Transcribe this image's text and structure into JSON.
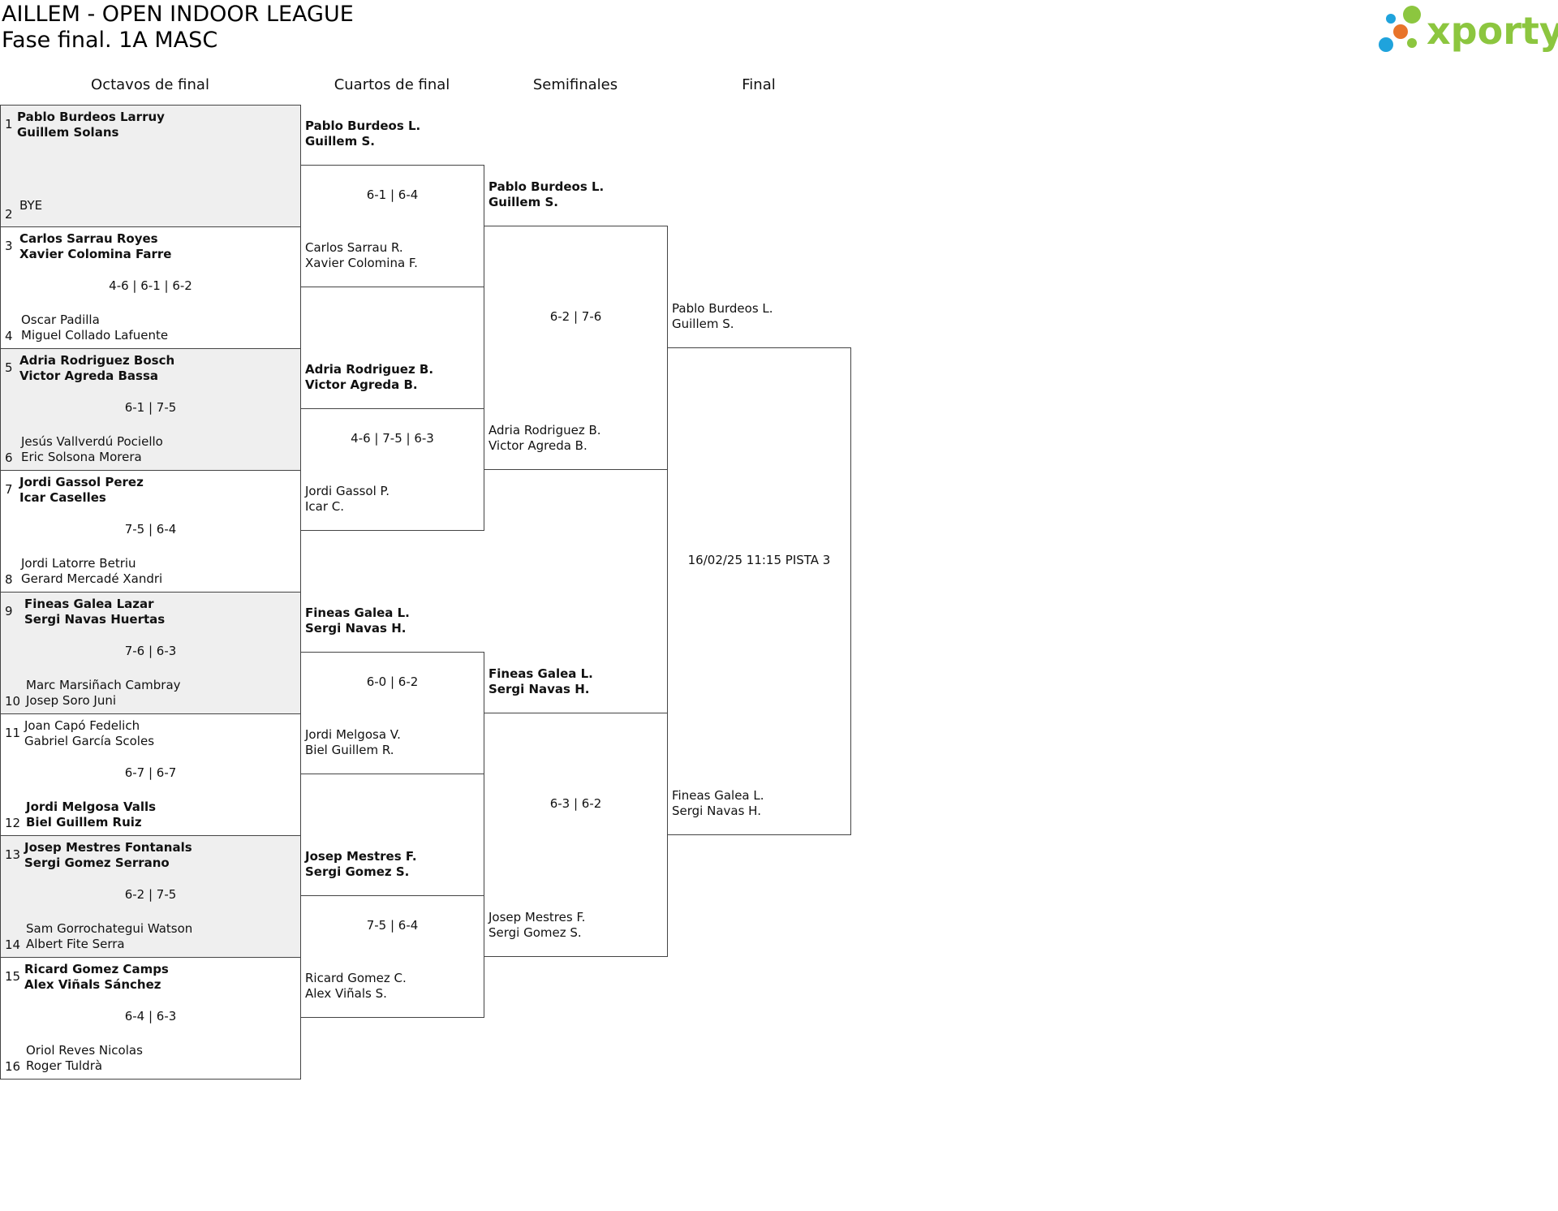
{
  "header": {
    "title": "AILLEM - OPEN INDOOR LEAGUE",
    "subtitle": "Fase final. 1A MASC",
    "logo_text": "xporty"
  },
  "rounds": [
    "Octavos de final",
    "Cuartos de final",
    "Semifinales",
    "Final"
  ],
  "octavos": [
    {
      "top": {
        "seed": "1",
        "p1": "Pablo Burdeos Larruy",
        "p2": "Guillem Solans"
      },
      "bottom": {
        "seed": "2",
        "p1": "BYE",
        "p2": ""
      },
      "score": ""
    },
    {
      "top": {
        "seed": "3",
        "p1": "Carlos Sarrau Royes",
        "p2": "Xavier Colomina Farre"
      },
      "bottom": {
        "seed": "4",
        "p1": "Oscar Padilla",
        "p2": "Miguel Collado Lafuente"
      },
      "score": "4-6 | 6-1 | 6-2"
    },
    {
      "top": {
        "seed": "5",
        "p1": "Adria Rodriguez Bosch",
        "p2": "Victor Agreda Bassa"
      },
      "bottom": {
        "seed": "6",
        "p1": "Jesús Vallverdú Pociello",
        "p2": "Eric Solsona Morera"
      },
      "score": "6-1 | 7-5"
    },
    {
      "top": {
        "seed": "7",
        "p1": "Jordi Gassol Perez",
        "p2": "Icar Caselles"
      },
      "bottom": {
        "seed": "8",
        "p1": "Jordi Latorre Betriu",
        "p2": "Gerard Mercadé Xandri"
      },
      "score": "7-5 | 6-4"
    },
    {
      "top": {
        "seed": "9",
        "p1": "Fineas Galea Lazar",
        "p2": "Sergi Navas Huertas"
      },
      "bottom": {
        "seed": "10",
        "p1": "Marc Marsiñach Cambray",
        "p2": "Josep Soro Juni"
      },
      "score": "7-6 | 6-3"
    },
    {
      "top": {
        "seed": "11",
        "p1": "Joan Capó Fedelich",
        "p2": "Gabriel García Scoles"
      },
      "bottom": {
        "seed": "12",
        "p1": "Jordi Melgosa Valls",
        "p2": "Biel Guillem Ruiz"
      },
      "score": "6-7 | 6-7"
    },
    {
      "top": {
        "seed": "13",
        "p1": "Josep Mestres Fontanals",
        "p2": "Sergi Gomez Serrano"
      },
      "bottom": {
        "seed": "14",
        "p1": "Sam Gorrochategui Watson",
        "p2": "Albert Fite Serra"
      },
      "score": "6-2 | 7-5"
    },
    {
      "top": {
        "seed": "15",
        "p1": "Ricard Gomez Camps",
        "p2": "Alex Viñals Sánchez"
      },
      "bottom": {
        "seed": "16",
        "p1": "Oriol Reves Nicolas",
        "p2": "Roger Tuldrà"
      },
      "score": "6-4 | 6-3"
    }
  ],
  "cuartos": [
    {
      "top": {
        "p1": "Pablo Burdeos L.",
        "p2": "Guillem S."
      },
      "bottom": {
        "p1": "Carlos Sarrau R.",
        "p2": "Xavier Colomina F."
      },
      "score": "6-1 | 6-4"
    },
    {
      "top": {
        "p1": "Adria Rodriguez B.",
        "p2": "Victor Agreda B."
      },
      "bottom": {
        "p1": "Jordi Gassol P.",
        "p2": "Icar C."
      },
      "score": "4-6 | 7-5 | 6-3"
    },
    {
      "top": {
        "p1": "Fineas Galea L.",
        "p2": "Sergi Navas H."
      },
      "bottom": {
        "p1": "Jordi Melgosa V.",
        "p2": "Biel Guillem R."
      },
      "score": "6-0 | 6-2"
    },
    {
      "top": {
        "p1": "Josep Mestres F.",
        "p2": "Sergi Gomez S."
      },
      "bottom": {
        "p1": "Ricard Gomez C.",
        "p2": "Alex Viñals S."
      },
      "score": "7-5 | 6-4"
    }
  ],
  "semis": [
    {
      "top": {
        "p1": "Pablo Burdeos L.",
        "p2": "Guillem S."
      },
      "bottom": {
        "p1": "Adria Rodriguez B.",
        "p2": "Victor Agreda B."
      },
      "score": "6-2 | 7-6"
    },
    {
      "top": {
        "p1": "Fineas Galea L.",
        "p2": "Sergi Navas H."
      },
      "bottom": {
        "p1": "Josep Mestres F.",
        "p2": "Sergi Gomez S."
      },
      "score": "6-3 | 6-2"
    }
  ],
  "final": {
    "top": {
      "p1": "Pablo Burdeos L.",
      "p2": "Guillem S."
    },
    "bottom": {
      "p1": "Fineas Galea L.",
      "p2": "Sergi Navas H."
    },
    "info": "16/02/25 11:15 PISTA 3"
  }
}
